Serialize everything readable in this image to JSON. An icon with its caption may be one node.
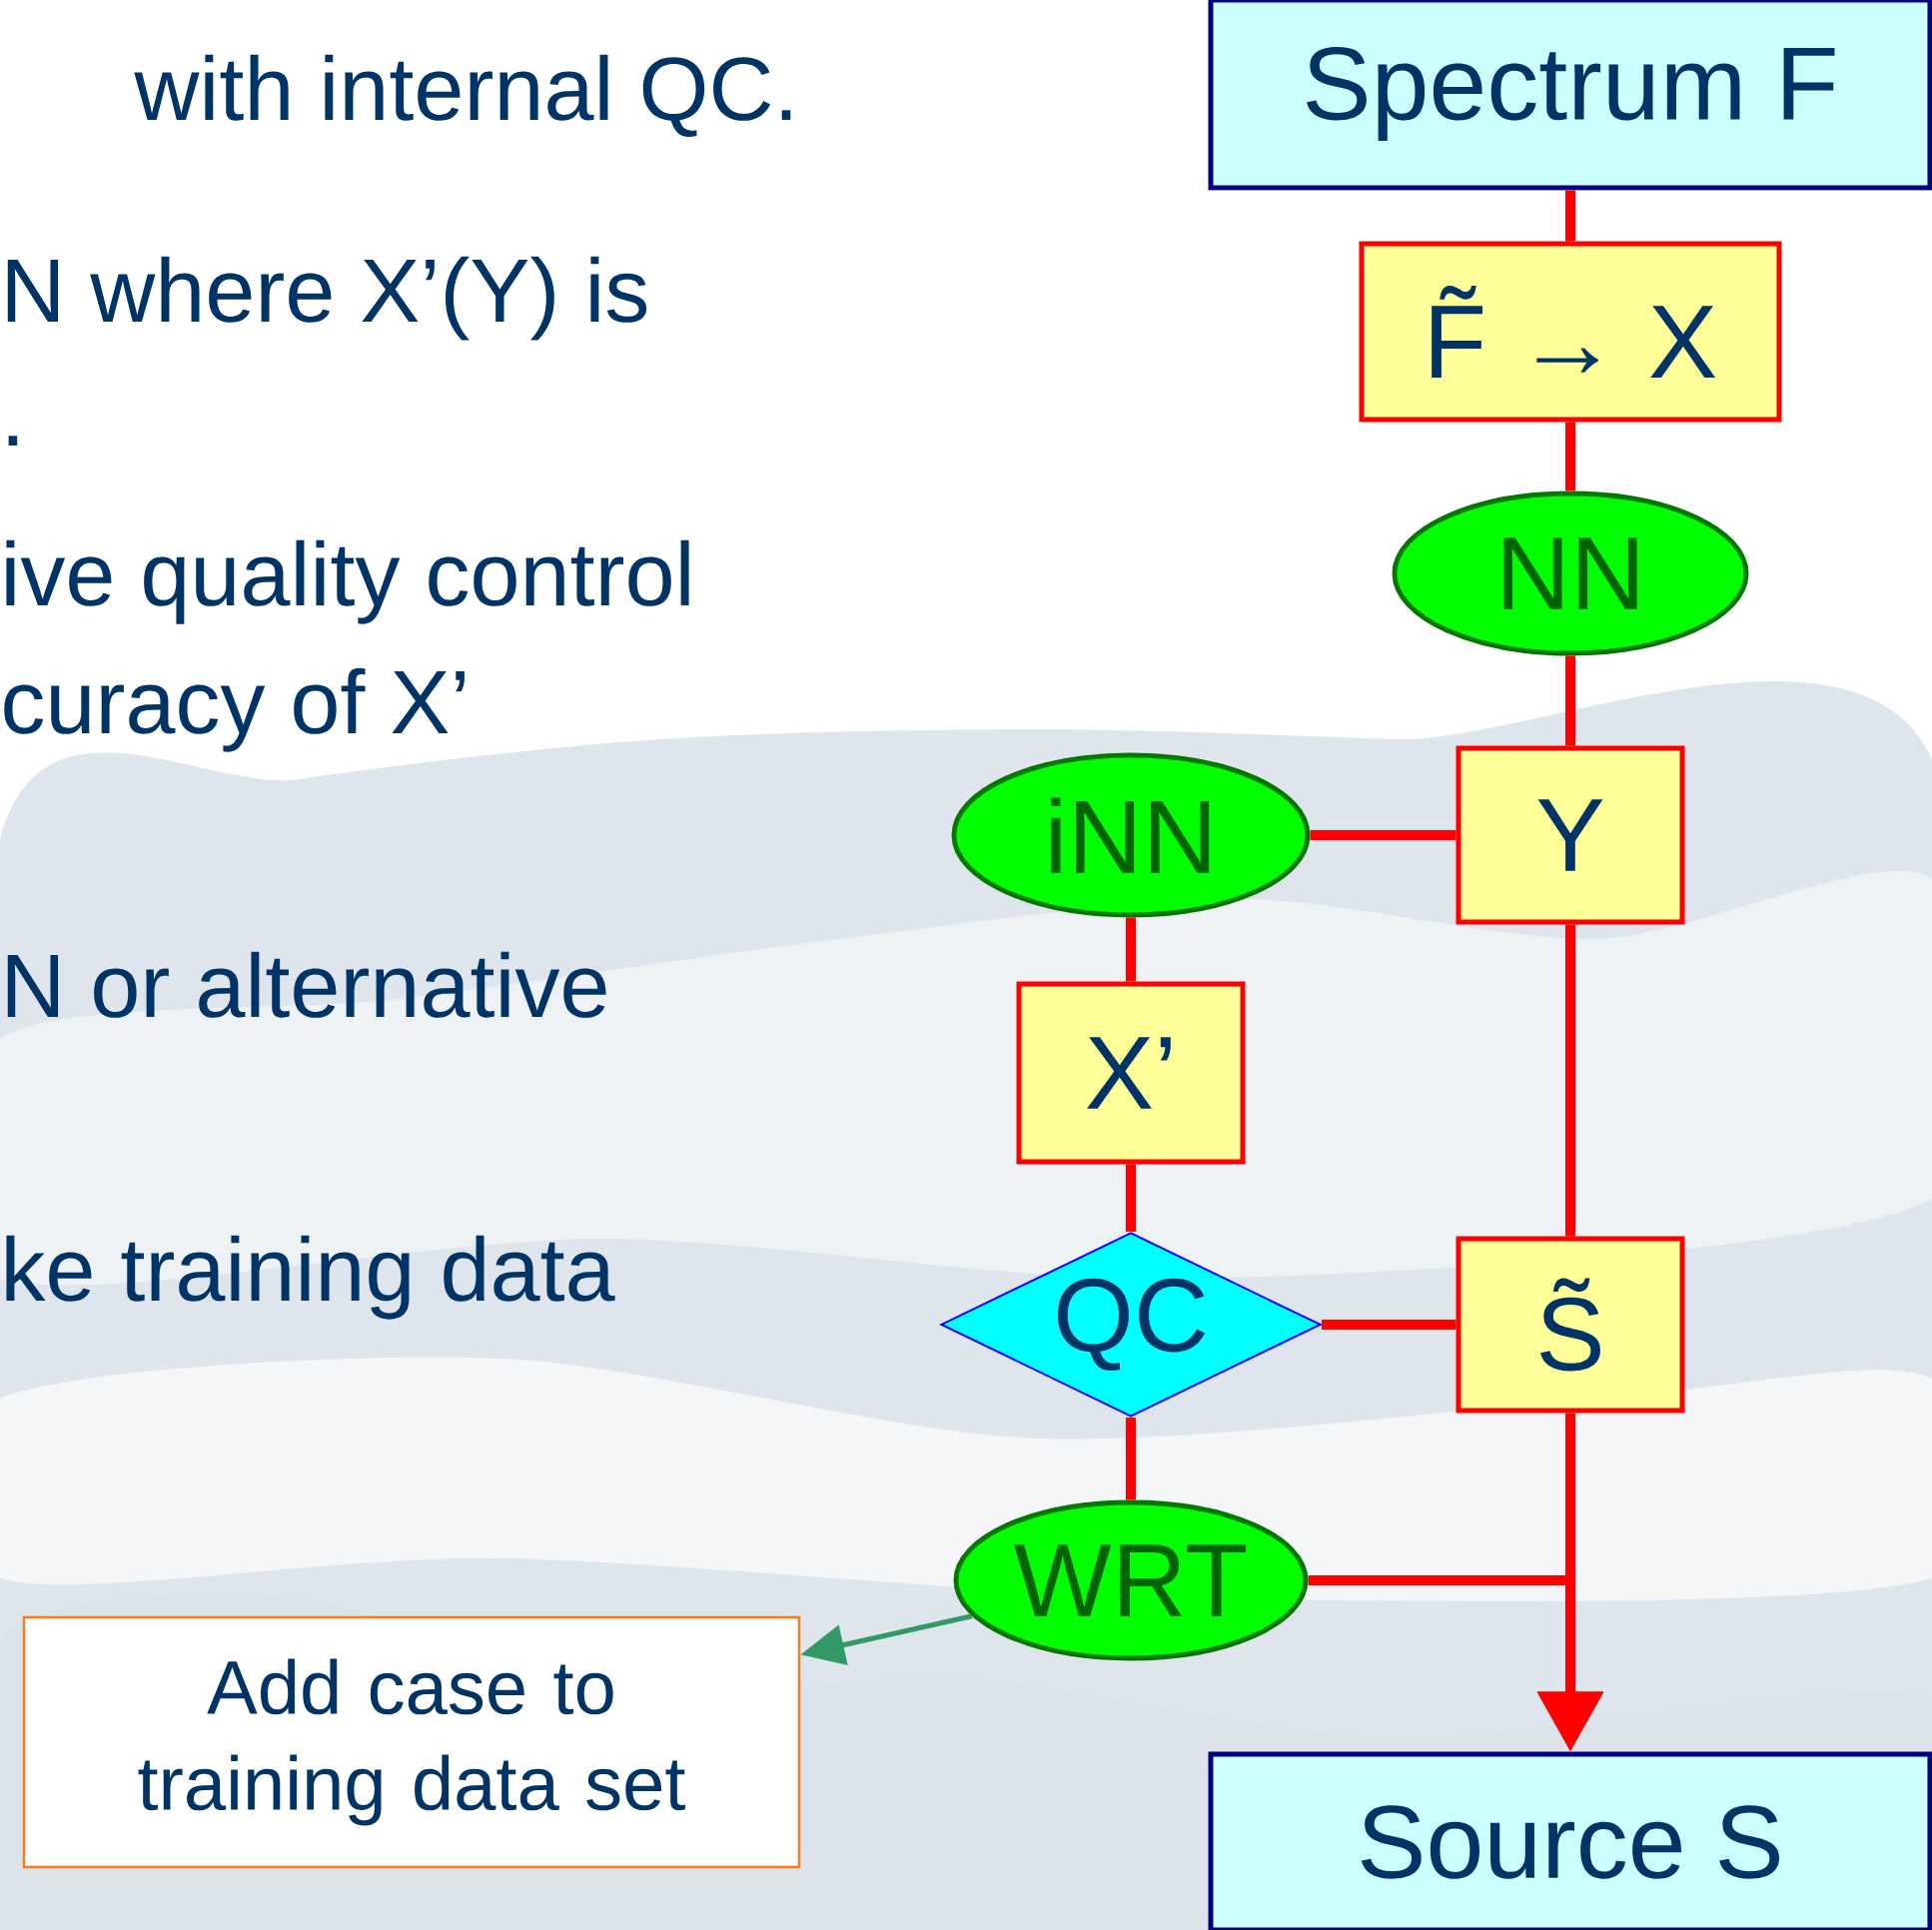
{
  "diagram": {
    "nodes": [
      {
        "text": [
          "Spectrum F"
        ]
      },
      {
        "text": [
          "F̃ → X"
        ]
      },
      {
        "text": [
          "NN"
        ]
      },
      {
        "text": [
          "Y"
        ]
      },
      {
        "text": [
          "iNN"
        ]
      },
      {
        "text": [
          "X’"
        ]
      },
      {
        "text": [
          "QC"
        ]
      },
      {
        "text": [
          "S̃"
        ]
      },
      {
        "text": [
          "WRT"
        ]
      },
      {
        "text": [
          "Add case to training data set"
        ]
      },
      {
        "text": [
          "Source S"
        ]
      }
    ],
    "edges": [
      {
        "from": 0,
        "to": 1,
        "arrow": "none"
      },
      {
        "from": 1,
        "to": 2,
        "arrow": "none"
      },
      {
        "from": 2,
        "to": 3,
        "arrow": "none"
      },
      {
        "from": 3,
        "to": 4,
        "arrow": "none"
      },
      {
        "from": 4,
        "to": 5,
        "arrow": "none"
      },
      {
        "from": 5,
        "to": 6,
        "arrow": "none"
      },
      {
        "from": 6,
        "to": 8,
        "arrow": "none"
      },
      {
        "from": 6,
        "to": 7,
        "arrow": "none"
      },
      {
        "from": 3,
        "to": 7,
        "arrow": "none"
      },
      {
        "from": 7,
        "to": 10,
        "arrow": "to"
      },
      {
        "from": 8,
        "to": 10,
        "arrow": "to"
      },
      {
        "from": 8,
        "to": 9,
        "arrow": "to",
        "color": "#339966"
      }
    ],
    "labels": [
      "with internal QC.",
      "N where X’(Y) is",
      ".",
      "ive quality control",
      "curacy of X’",
      "N or alternative",
      "ke training data"
    ]
  }
}
